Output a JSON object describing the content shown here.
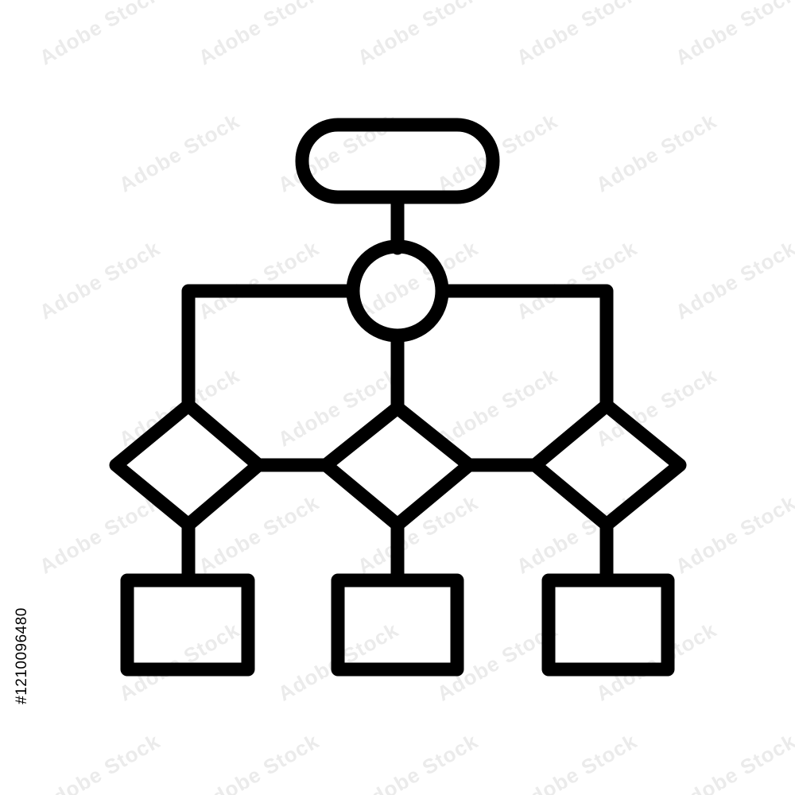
{
  "diagram": {
    "type": "flowchart-icon",
    "colors": {
      "stroke": "#000000",
      "background": "#ffffff",
      "watermark": "#ebebeb"
    },
    "nodes": [
      {
        "id": "terminator",
        "shape": "rounded-rectangle"
      },
      {
        "id": "connector",
        "shape": "circle"
      },
      {
        "id": "decision-left",
        "shape": "diamond"
      },
      {
        "id": "decision-center",
        "shape": "diamond"
      },
      {
        "id": "decision-right",
        "shape": "diamond"
      },
      {
        "id": "process-left",
        "shape": "rectangle"
      },
      {
        "id": "process-center",
        "shape": "rectangle"
      },
      {
        "id": "process-right",
        "shape": "rectangle"
      }
    ]
  },
  "watermark": {
    "text": "Adobe Stock"
  },
  "image_id": "#1210096480"
}
